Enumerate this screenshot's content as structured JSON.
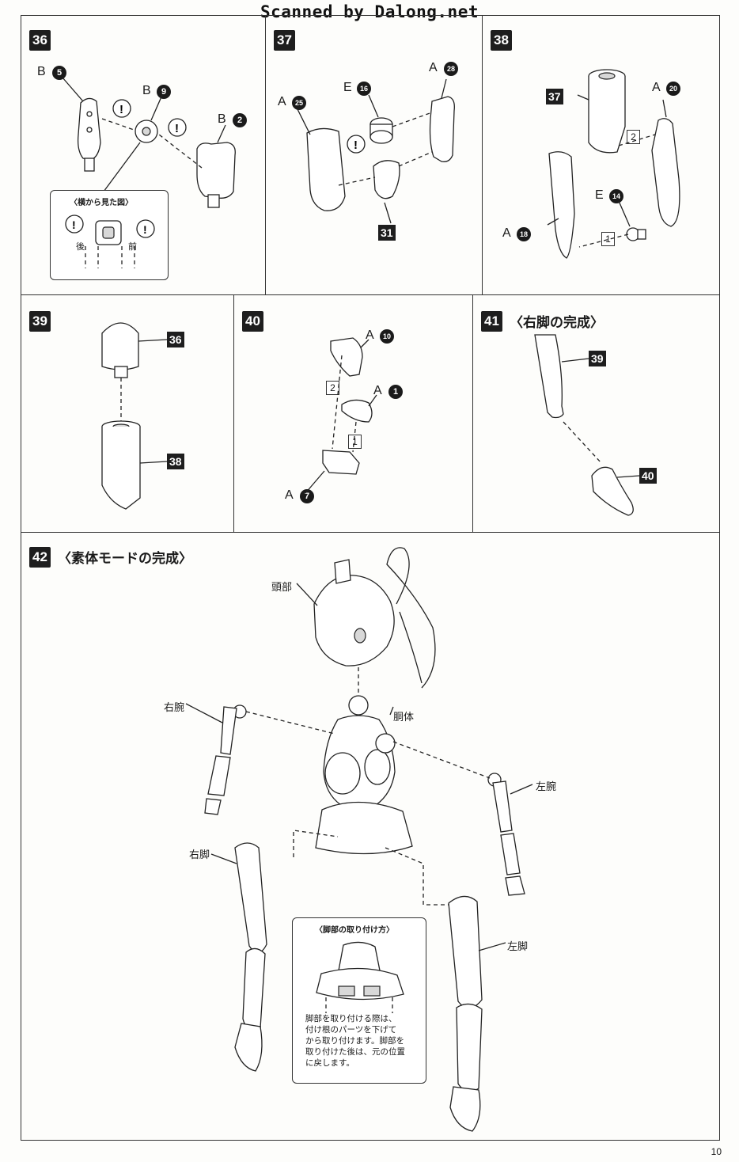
{
  "watermark": "Scanned by Dalong.net",
  "page_number": "10",
  "steps": {
    "s36": {
      "num": "36",
      "labels": {
        "b5": {
          "letter": "B",
          "num": "5"
        },
        "b9": {
          "letter": "B",
          "num": "9"
        },
        "b2": {
          "letter": "B",
          "num": "2"
        }
      },
      "inset": {
        "title": "〈横から見た図〉",
        "back": "後",
        "front": "前"
      }
    },
    "s37": {
      "num": "37",
      "labels": {
        "a25": {
          "letter": "A",
          "num": "25"
        },
        "e16": {
          "letter": "E",
          "num": "16"
        },
        "a28": {
          "letter": "A",
          "num": "28"
        }
      },
      "ref": "31"
    },
    "s38": {
      "num": "38",
      "labels": {
        "a20": {
          "letter": "A",
          "num": "20"
        },
        "a18": {
          "letter": "A",
          "num": "18"
        },
        "e14": {
          "letter": "E",
          "num": "14"
        }
      },
      "ref": "37",
      "order1": "1",
      "order2": "2"
    },
    "s39": {
      "num": "39",
      "ref_top": "36",
      "ref_bottom": "38"
    },
    "s40": {
      "num": "40",
      "labels": {
        "a10": {
          "letter": "A",
          "num": "10"
        },
        "a1": {
          "letter": "A",
          "num": "1"
        },
        "a7": {
          "letter": "A",
          "num": "7"
        }
      },
      "order1": "1",
      "order2": "2"
    },
    "s41": {
      "num": "41",
      "title": "〈右脚の完成〉",
      "ref_top": "39",
      "ref_bottom": "40"
    },
    "s42": {
      "num": "42",
      "title": "〈素体モードの完成〉",
      "labels": {
        "head": "頭部",
        "torso": "胴体",
        "right_arm": "右腕",
        "left_arm": "左腕",
        "right_leg": "右脚",
        "left_leg": "左脚"
      },
      "inset": {
        "title": "〈脚部の取り付け方〉",
        "note": "脚部を取り付ける際は、\n付け根のパーツを下げて\nから取り付けます。脚部を\n取り付けた後は、元の位置\nに戻します。"
      }
    }
  }
}
